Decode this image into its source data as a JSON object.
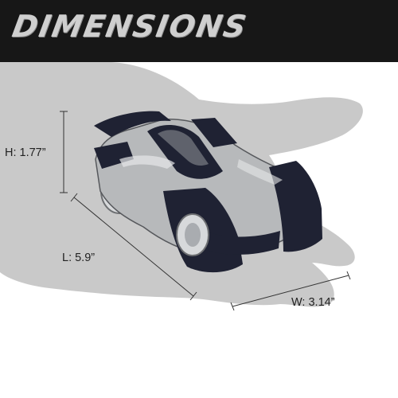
{
  "banner": {
    "title": "DIMENSIONS"
  },
  "dimensions": {
    "height": "H: 1.77”",
    "length": "L: 5.9”",
    "width": "W: 3.14”"
  },
  "colors": {
    "banner_bg": "#171717",
    "banner_text": "#cfcfcf",
    "hand": "#c9c9c9",
    "car_body": "#b7b9bb",
    "car_dark": "#1f2233",
    "line": "#333333"
  }
}
